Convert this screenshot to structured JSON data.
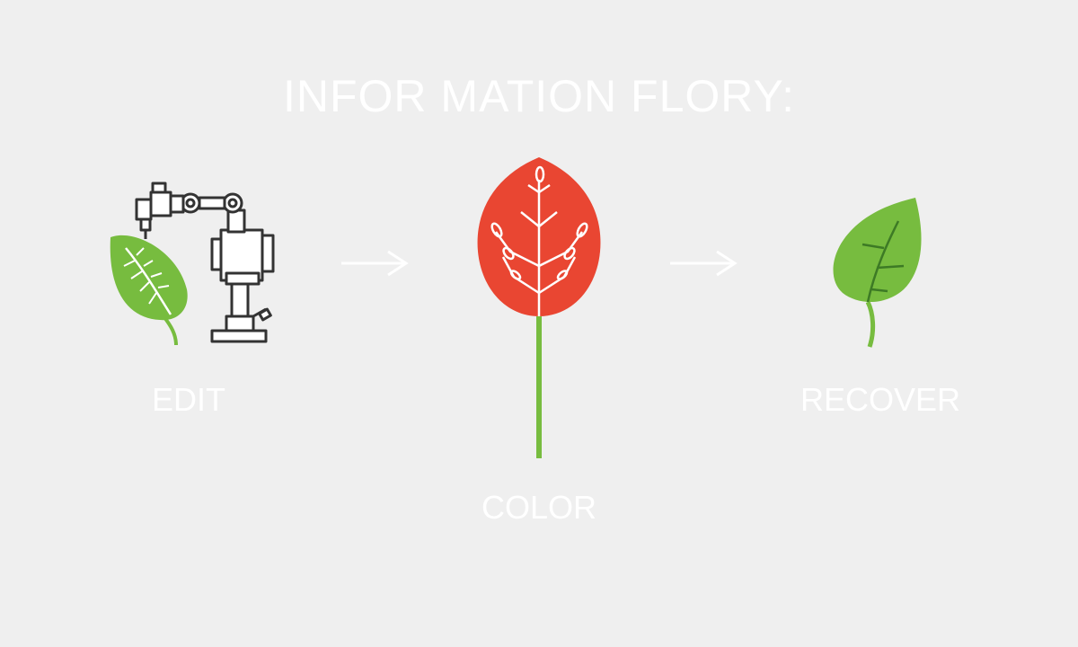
{
  "title": "INFOR MATION FLORY:",
  "steps": [
    {
      "label": "EDIT",
      "icon": "robot-arm-leaf-icon"
    },
    {
      "label": "COLOR",
      "icon": "red-leaf-icon"
    },
    {
      "label": "RECOVER",
      "icon": "green-leaf-icon"
    }
  ],
  "colors": {
    "background": "#efefef",
    "text": "#ffffff",
    "leaf_green": "#77bc3f",
    "leaf_red": "#e94632",
    "line_dark": "#333333"
  }
}
